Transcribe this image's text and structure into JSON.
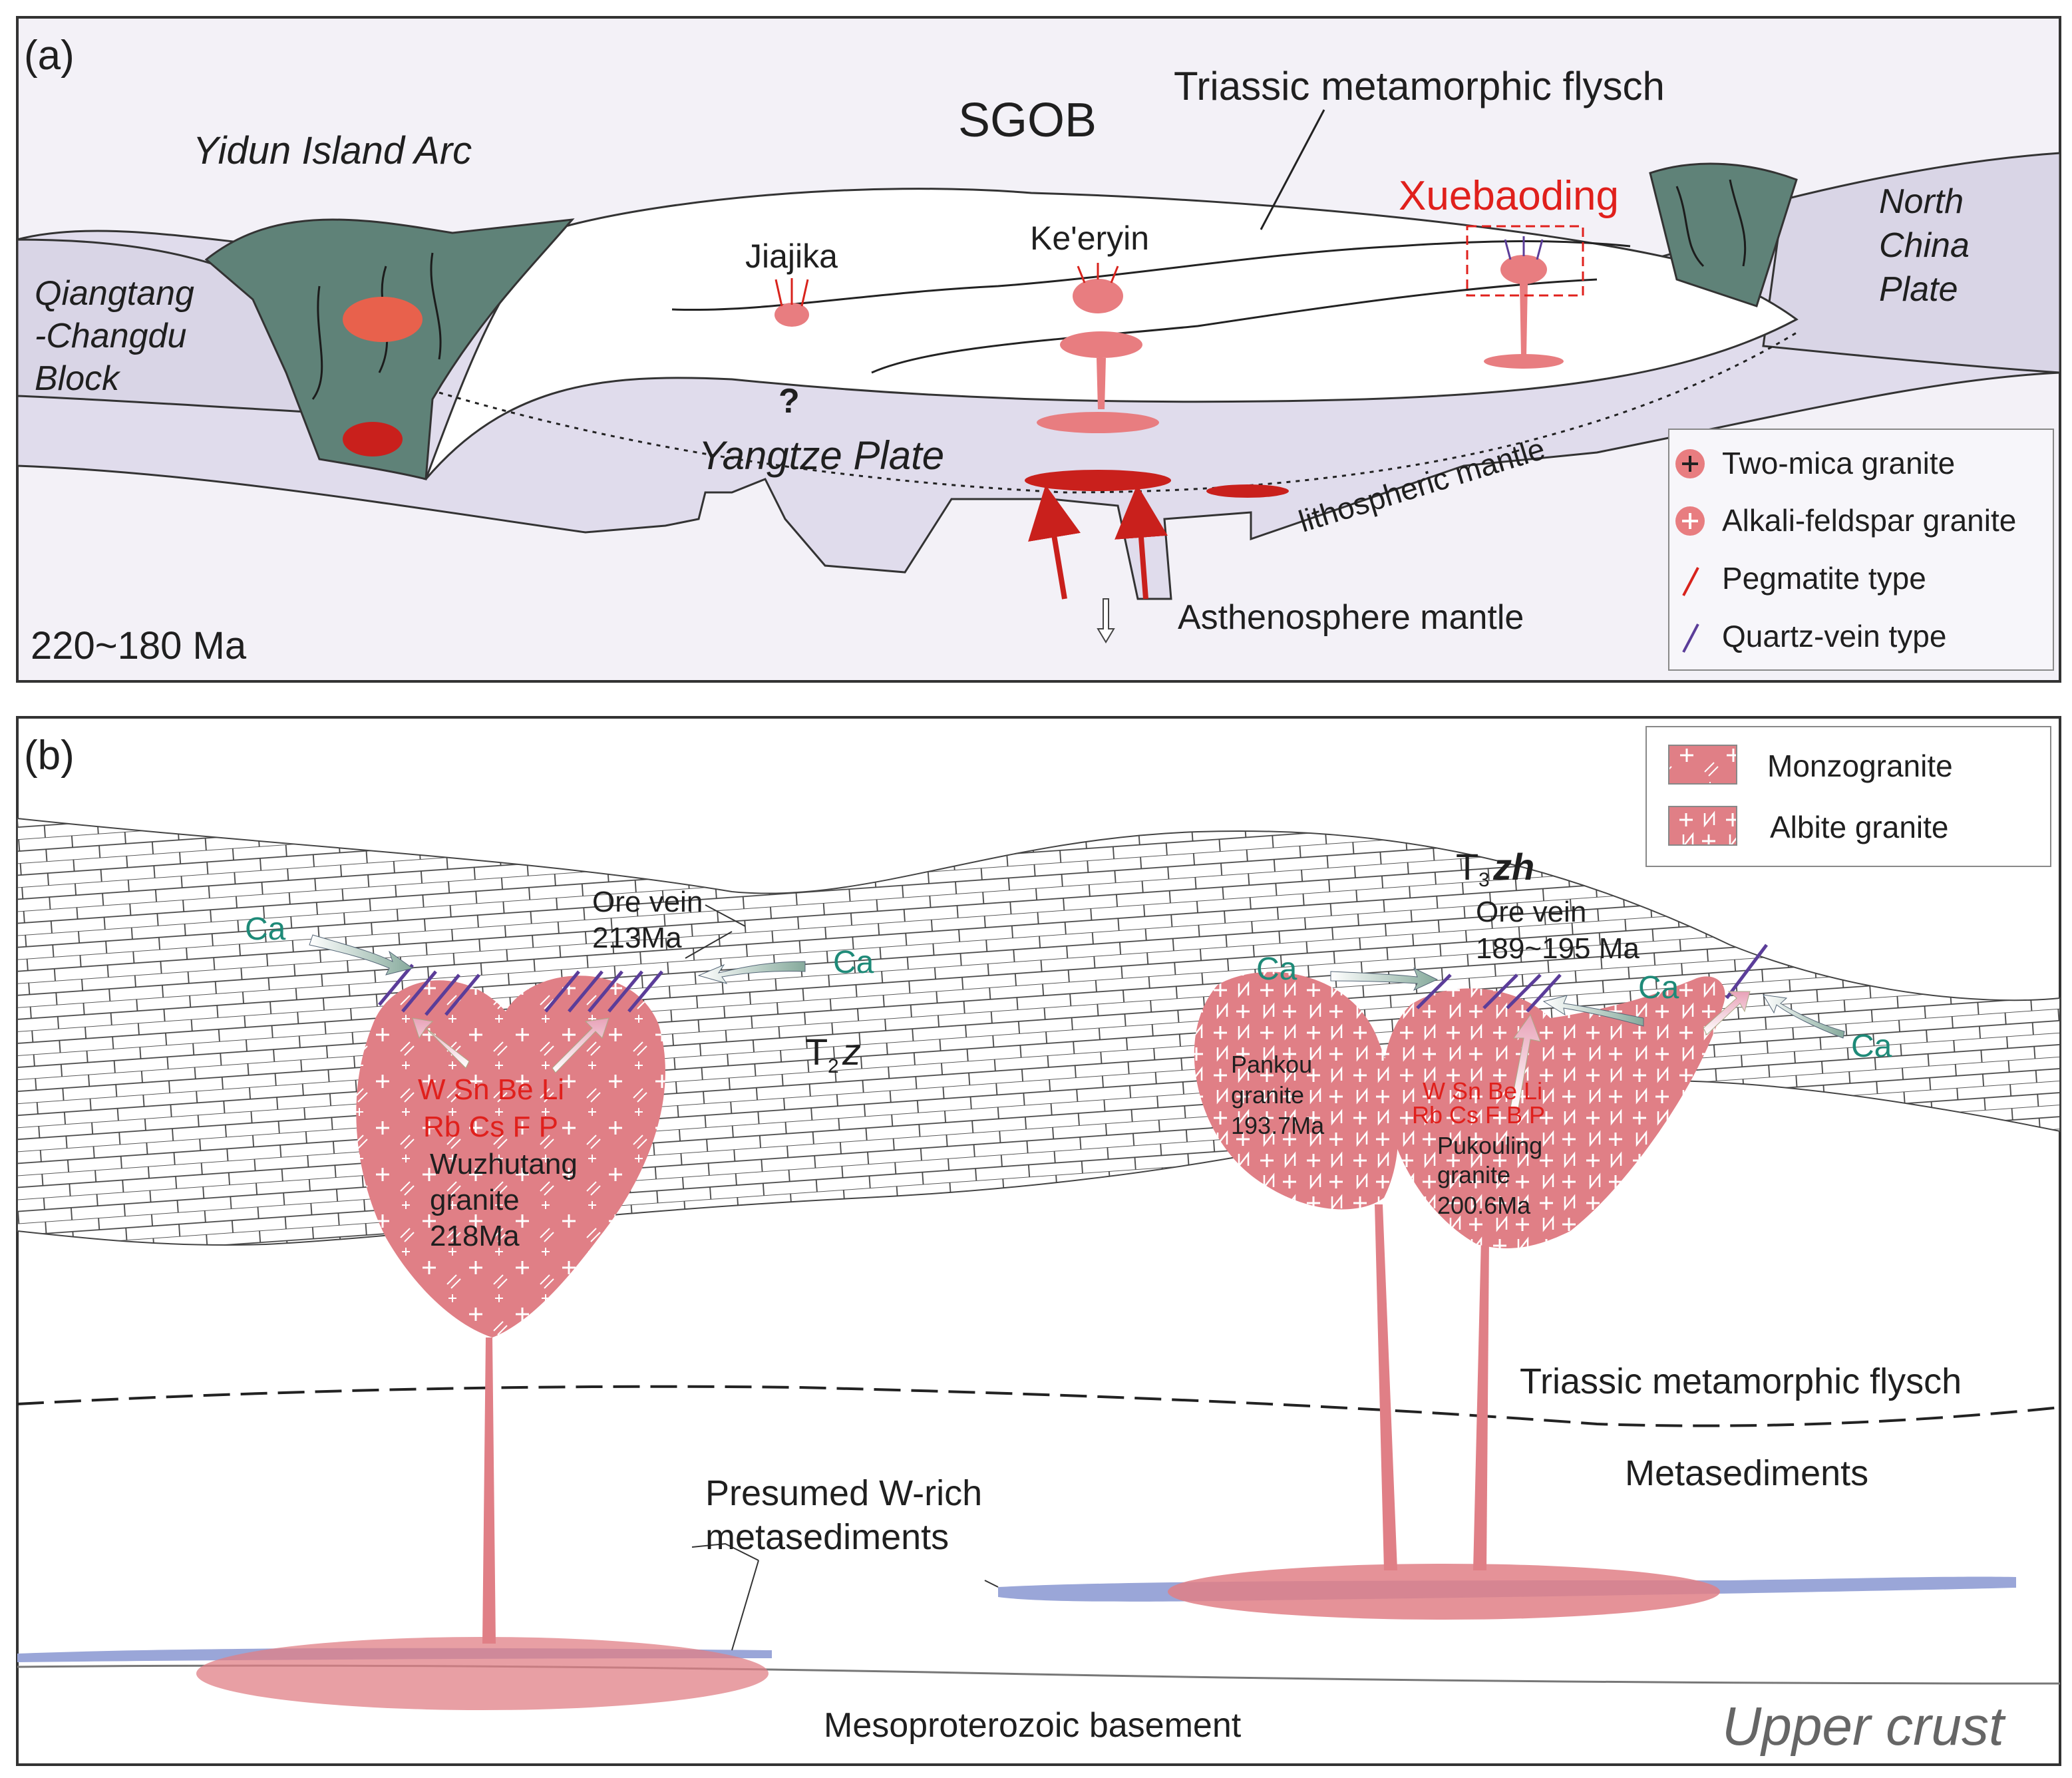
{
  "panel_a": {
    "label": "(a)",
    "title_sgob": "SGOB",
    "flysch_label": "Triassic metamorphic flysch",
    "yidun": "Yidun Island Arc",
    "qiangtang": [
      "Qiangtang",
      "-Changdu",
      "Block"
    ],
    "north_china": [
      "North",
      "China",
      "Plate"
    ],
    "jiajika": "Jiajika",
    "keeryin": "Ke'eryin",
    "xuebaoding": "Xuebaoding",
    "question": "?",
    "yangtze": "Yangtze Plate",
    "litho_mantle": "lithospheric mantle",
    "astheno": "Asthenosphere mantle",
    "age": "220~180 Ma",
    "legend": {
      "two_mica": "Two-mica granite",
      "alkali": "Alkali-feldspar granite",
      "pegmatite": "Pegmatite type",
      "quartz_vein": "Quartz-vein type"
    },
    "colors": {
      "crust_fill": "#e4e0ee",
      "arc_fill": "#5f8278",
      "granite_red": "#c9201c",
      "granite_pink": "#e87d80",
      "pegmatite": "#d8231c",
      "quartz_vein": "#5b3d99"
    }
  },
  "panel_b": {
    "label": "(b)",
    "legend": {
      "monzogranite": "Monzogranite",
      "albite": "Albite granite"
    },
    "t3zh_main": "T",
    "t3zh_sub": "3",
    "t3zh_suffix": "zh",
    "t2z_main": "T",
    "t2z_sub": "2",
    "t2z_suffix": "z",
    "ore_vein_left": [
      "Ore vein",
      "213Ma"
    ],
    "ore_vein_right": [
      "Ore vein",
      "189~195 Ma"
    ],
    "ca": "Ca",
    "elements_left": [
      "W Sn Be Li",
      "Rb Cs F  P"
    ],
    "elements_right": [
      "W Sn Be Li",
      "Rb Cs F B  P"
    ],
    "wuzhutang": [
      "Wuzhutang",
      "granite",
      "218Ma"
    ],
    "pankou": [
      "Pankou",
      "granite",
      "193.7Ma"
    ],
    "pukouling": [
      "Pukouling",
      "granite",
      "200.6Ma"
    ],
    "flysch_label": "Triassic metamorphic flysch",
    "metasediments": "Metasediments",
    "presumed": [
      "Presumed W-rich",
      "metasediments"
    ],
    "basement": "Mesoproterozoic basement",
    "upper_crust": "Upper crust",
    "colors": {
      "granite_fill": "#e07f86",
      "metased_blue": "#9aa6d8",
      "ca_arrow": "#9fbfb4",
      "element_red": "#e0201c"
    }
  }
}
